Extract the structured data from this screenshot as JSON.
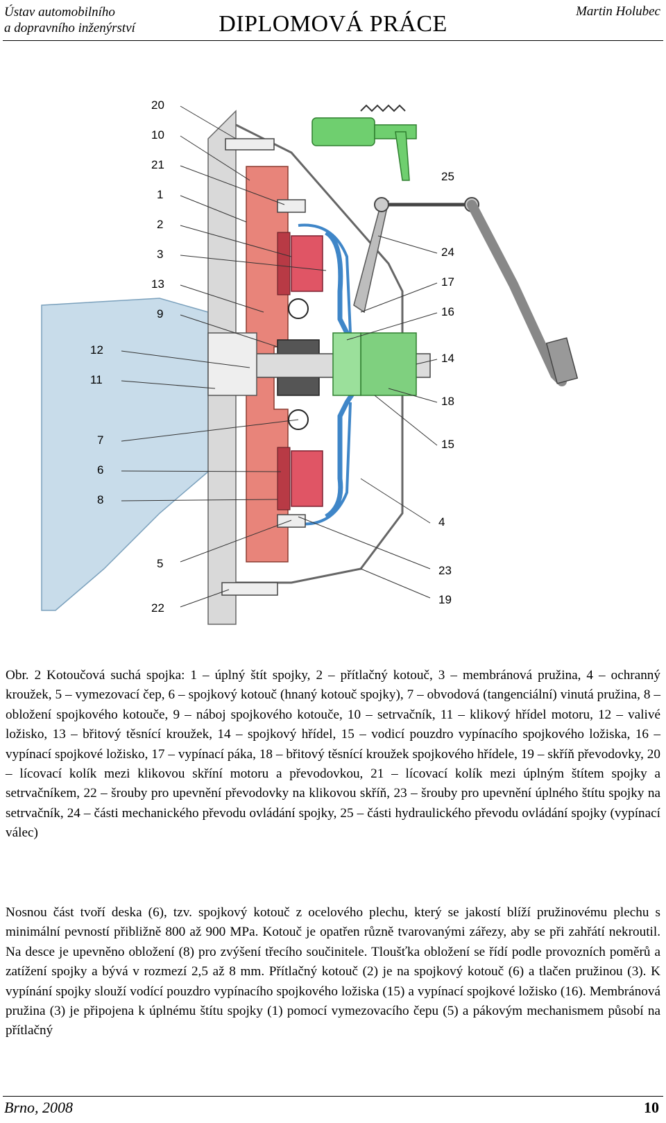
{
  "header": {
    "institute_line1": "Ústav automobilního",
    "institute_line2": "a dopravního inženýrství",
    "title": "DIPLOMOVÁ PRÁCE",
    "author": "Martin Holubec"
  },
  "figure": {
    "callouts_left": [
      "20",
      "10",
      "21",
      "1",
      "2",
      "3",
      "13",
      "9",
      "12",
      "11",
      "7",
      "6",
      "8",
      "5",
      "22"
    ],
    "callouts_right": [
      "25",
      "24",
      "17",
      "16",
      "14",
      "18",
      "15",
      "4",
      "23",
      "19"
    ],
    "colors": {
      "flywheel": "#e87a6e",
      "pressure_plate": "#e05060",
      "spring": "#4a90d0",
      "hydraulic": "#6fcf6f",
      "housing": "#c0d8e8",
      "lines": "#333333"
    }
  },
  "caption": "Obr. 2 Kotoučová suchá spojka: 1 – úplný štít spojky, 2 – přítlačný kotouč, 3 – membránová pružina, 4 – ochranný kroužek, 5 – vymezovací čep, 6 – spojkový kotouč (hnaný kotouč spojky), 7 – obvodová (tangenciální) vinutá pružina, 8 – obložení spojkového kotouče, 9 – náboj spojkového kotouče, 10 – setrvačník, 11 – klikový hřídel motoru, 12 – valivé ložisko, 13 – břitový těsnící kroužek, 14 – spojkový hřídel, 15 – vodicí pouzdro vypínacího spojkového ložiska, 16 – vypínací spojkové ložisko, 17 – vypínací páka, 18 – břitový těsnící kroužek spojkového hřídele, 19 – skříň převodovky, 20 – lícovací kolík mezi klikovou skříní motoru a převodovkou, 21 – lícovací kolík mezi úplným štítem spojky a setrvačníkem, 22 – šrouby pro upevnění převodovky na klikovou skříň, 23 – šrouby pro upevnění úplného štítu spojky na setrvačník, 24 – části mechanického převodu ovládání spojky, 25 – části hydraulického převodu ovládání spojky (vypínací válec)",
  "body": "Nosnou část tvoří deska (6), tzv. spojkový kotouč z ocelového plechu, který se jakostí blíží pružinovému plechu s minimální pevností přibližně 800 až 900 MPa. Kotouč je opatřen různě tvarovanými zářezy, aby se při zahřátí nekroutil. Na desce je upevněno obložení (8) pro zvýšení třecího součinitele. Tloušťka obložení se řídí podle provozních poměrů a zatížení spojky a bývá v rozmezí 2,5 až 8 mm. Přítlačný kotouč (2) je na spojkový kotouč (6) a tlačen pružinou (3). K vypínání spojky slouží vodící pouzdro vypínacího spojkového ložiska (15) a vypínací spojkové ložisko (16). Membránová pružina (3) je připojena k úplnému štítu spojky (1) pomocí vymezovacího čepu (5) a pákovým mechanismem působí na přítlačný",
  "footer": {
    "place_year": "Brno, 2008",
    "page_number": "10"
  }
}
